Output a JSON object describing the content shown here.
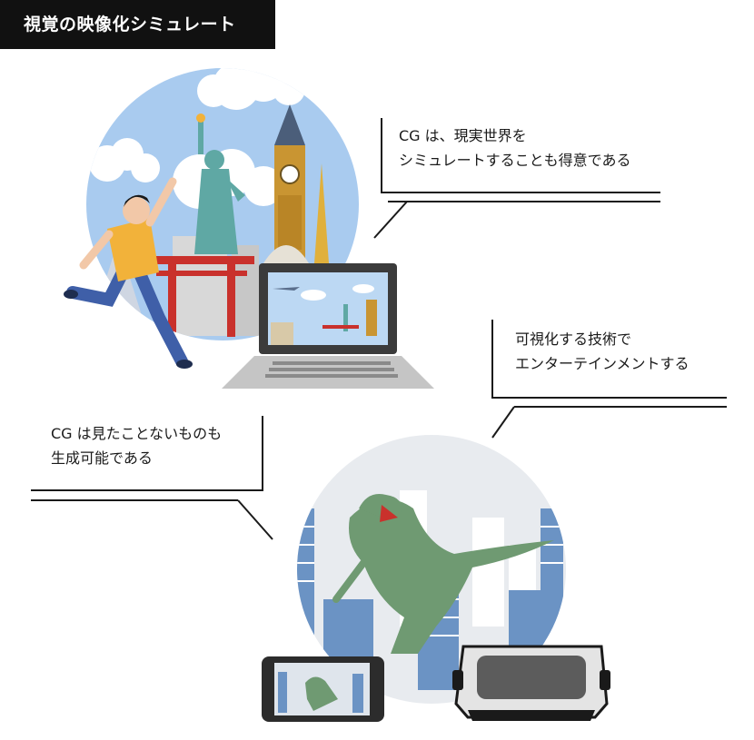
{
  "title": "視覚の映像化シミュレート",
  "captions": {
    "top_right": {
      "line1": "CG は、現実世界を",
      "line2": "シミュレートすることも得意である"
    },
    "middle_right": {
      "line1": "可視化する技術で",
      "line2": "エンターテインメントする"
    },
    "left": {
      "line1": "CG は見たことないものも",
      "line2": "生成可能である"
    }
  },
  "illustrations": {
    "top_scene": "world-landmarks-traveler-laptop",
    "bottom_scene": "dinosaur-city-smartphone-vr-headset"
  },
  "colors": {
    "title_bg": "#111111",
    "sky_blue": "#a9cbef",
    "dino_green": "#6f9a72",
    "building_blue": "#6b93c4",
    "shirt_yellow": "#f2b23a",
    "torii_red": "#c9312c"
  }
}
